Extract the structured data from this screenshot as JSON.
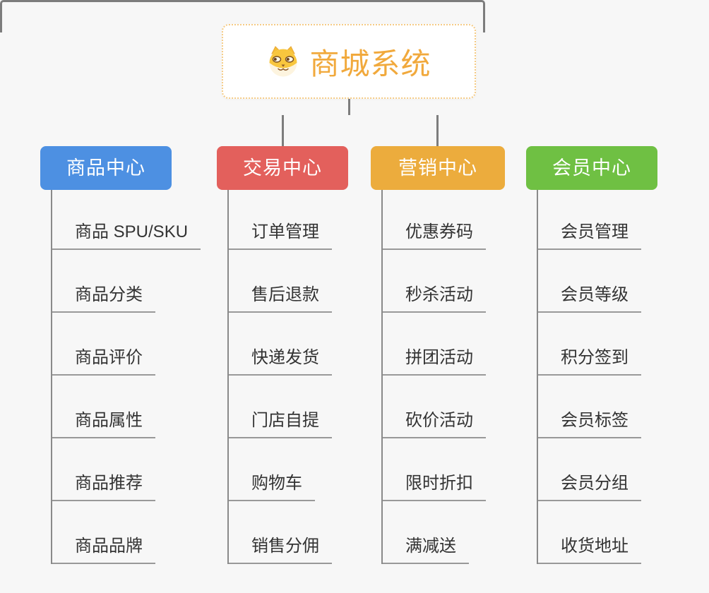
{
  "background_color": "#F7F7F7",
  "connector_color": "#7D7D7D",
  "root": {
    "title": "商城系统",
    "icon": "shiba-dog-icon",
    "accent_color": "#F1A93C",
    "border_color": "#F5CB85"
  },
  "branches": [
    {
      "label": "商品中心",
      "color": "#4D90E2",
      "items": [
        "商品 SPU/SKU",
        "商品分类",
        "商品评价",
        "商品属性",
        "商品推荐",
        "商品品牌"
      ]
    },
    {
      "label": "交易中心",
      "color": "#E3605C",
      "items": [
        "订单管理",
        "售后退款",
        "快递发货",
        "门店自提",
        "购物车",
        "销售分佣"
      ]
    },
    {
      "label": "营销中心",
      "color": "#ECAC3D",
      "items": [
        "优惠券码",
        "秒杀活动",
        "拼团活动",
        "砍价活动",
        "限时折扣",
        "满减送"
      ]
    },
    {
      "label": "会员中心",
      "color": "#6FC043",
      "items": [
        "会员管理",
        "会员等级",
        "积分签到",
        "会员标签",
        "会员分组",
        "收货地址"
      ]
    }
  ]
}
